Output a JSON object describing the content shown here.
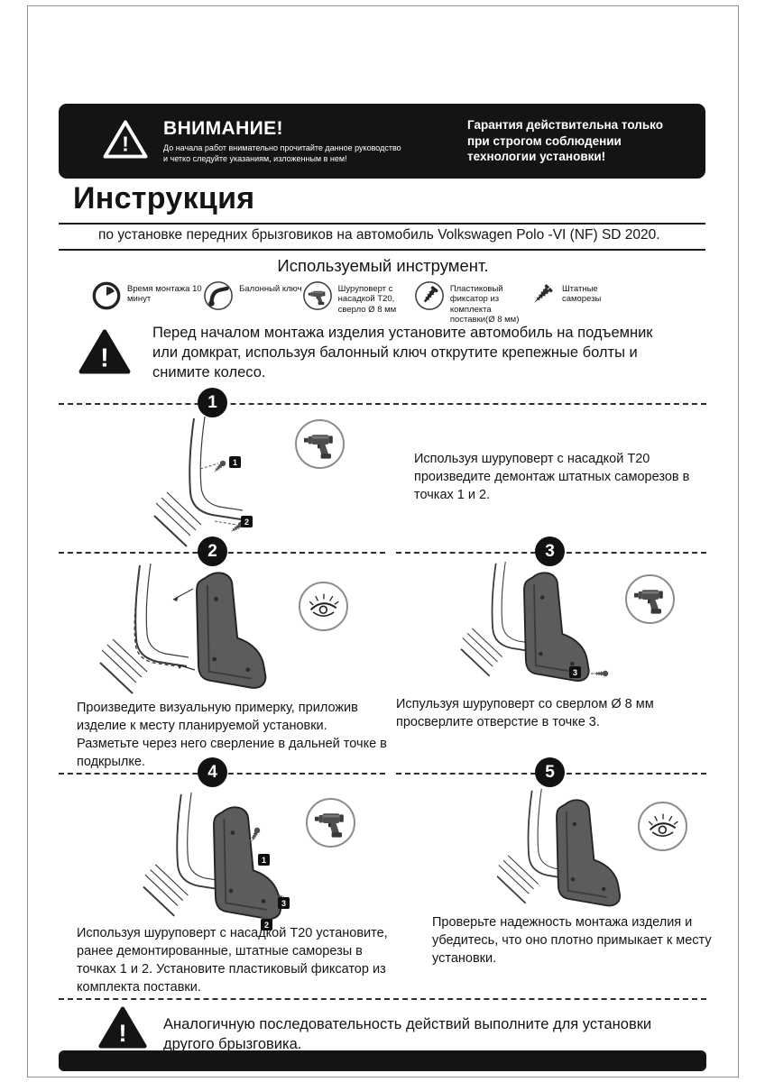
{
  "banner": {
    "title": "ВНИМАНИЕ!",
    "subtitle": "До начала работ внимательно прочитайте данное руководство и четко следуйте указаниям, изложенным в нем!",
    "warranty": "Гарантия действительна только при строгом соблюдении технологии установки!"
  },
  "header": {
    "title": "Инструкция",
    "subtitle": "по установке передних брызговиков на автомобиль Volkswagen Polo -VI (NF) SD 2020."
  },
  "tools": {
    "heading": "Используемый инструмент.",
    "items": [
      {
        "icon": "clock-icon",
        "label": "Время монтажа 10 минут"
      },
      {
        "icon": "lug-wrench-icon",
        "label": "Балонный ключ"
      },
      {
        "icon": "drill-icon",
        "label": "Шуруповерт с насадкой Т20, сверло Ø 8 мм"
      },
      {
        "icon": "plastic-fastener-icon",
        "label": "Пластиковый фиксатор из комплекта поставки(Ø 8 мм)"
      },
      {
        "icon": "screw-icon",
        "label": "Штатные саморезы"
      }
    ]
  },
  "intro_warning": "Перед началом монтажа изделия установите автомобиль  на подъемник или домкрат,  используя балонный ключ открутите крепежные болты и снимите колесо.",
  "steps": [
    {
      "number": "1",
      "tool_icon": "drill-icon",
      "text": "Используя шуруповерт с насадкой Т20 произведите демонтаж штатных саморезов в точках 1 и 2.",
      "markers": [
        "1",
        "2"
      ]
    },
    {
      "number": "2",
      "tool_icon": "eye-icon",
      "text": "Произведите визуальную примерку, приложив изделие к месту планируемой установки. Разметьте через него сверление в дальней точке в подкрылке.",
      "markers": []
    },
    {
      "number": "3",
      "tool_icon": "drill-icon",
      "text": "Испульзуя шуруповерт со сверлом Ø 8 мм просверлите отверстие в точке 3.",
      "markers": [
        "3"
      ]
    },
    {
      "number": "4",
      "tool_icon": "drill-icon",
      "text": "Используя шуруповерт с насадкой Т20 установите, ранее демонтированные, штатные саморезы в точках 1 и 2. Установите пластиковый фиксатор из комплекта поставки.",
      "markers": [
        "1",
        "3",
        "2"
      ]
    },
    {
      "number": "5",
      "tool_icon": "eye-icon",
      "text": "Проверьте надежность монтажа изделия и убедитесь, что оно плотно примыкает к месту установки.",
      "markers": []
    }
  ],
  "footer_warning": "Аналогичную последовательность действий выполните для установки другого брызговика."
}
